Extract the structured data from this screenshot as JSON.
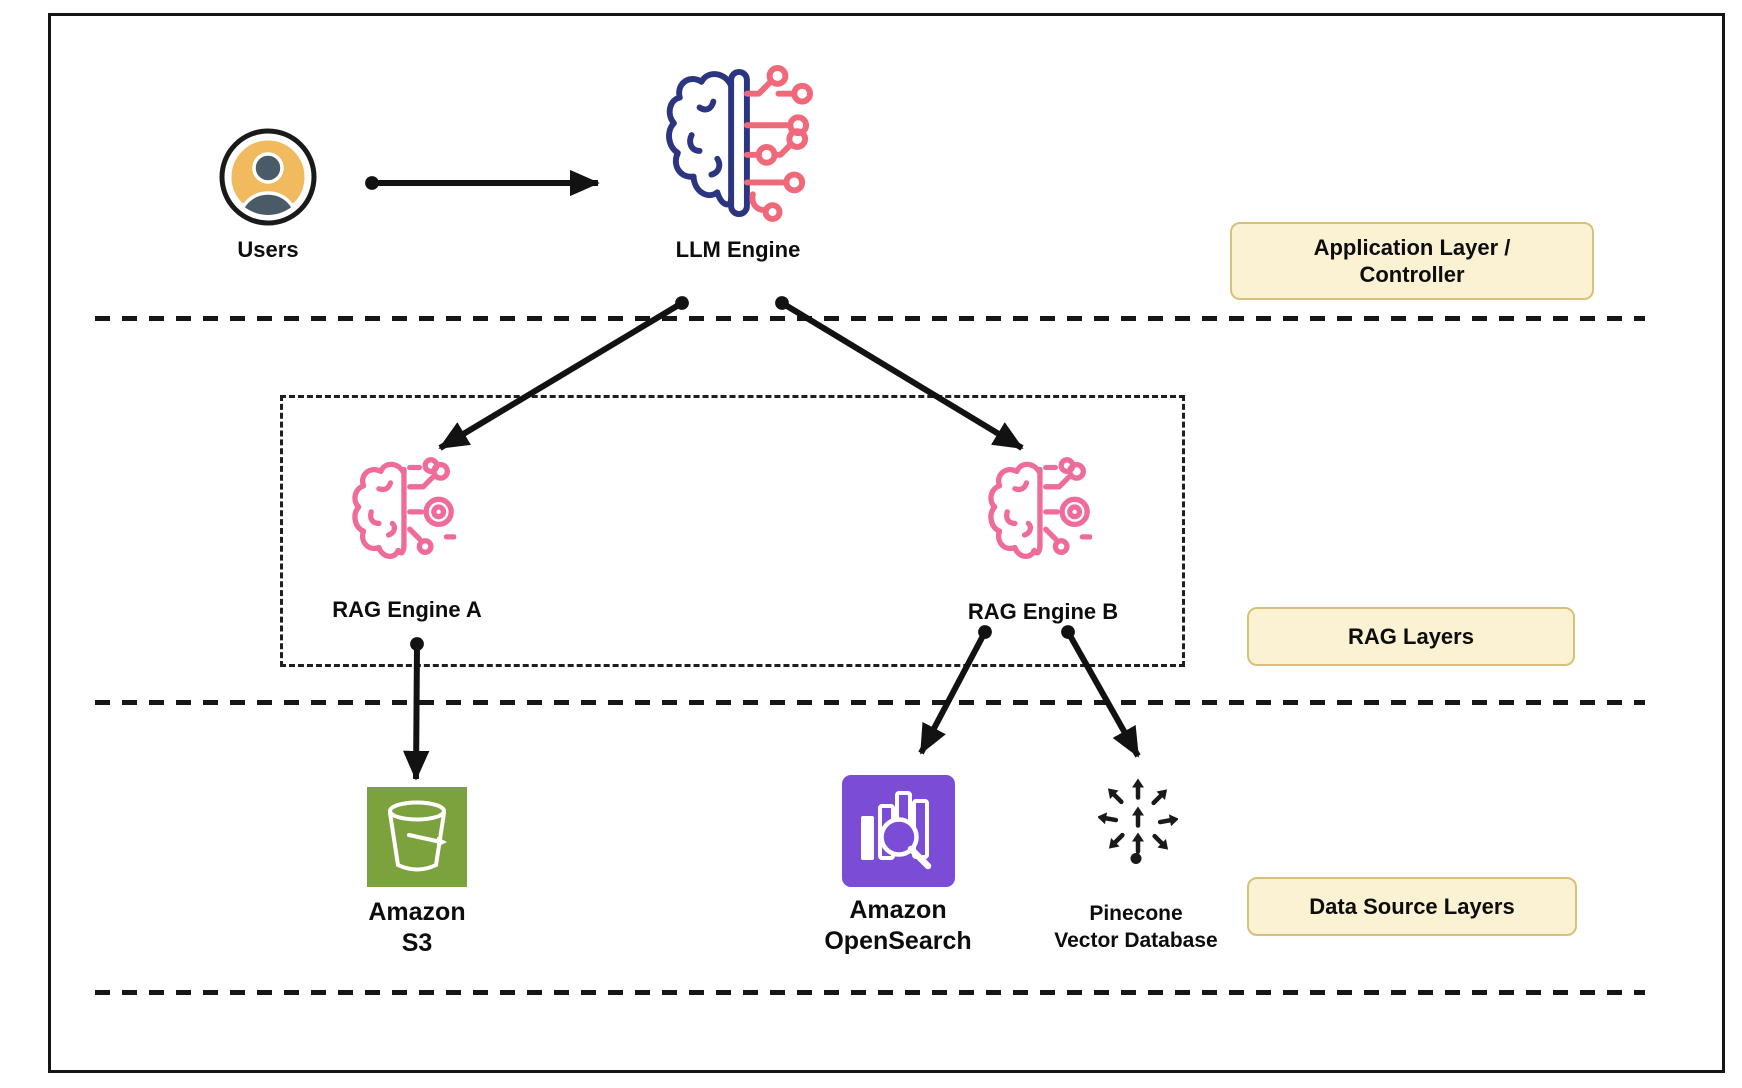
{
  "nodes": {
    "users": {
      "label": "Users"
    },
    "llm_engine": {
      "label": "LLM Engine"
    },
    "rag_engine_a": {
      "label": "RAG Engine A"
    },
    "rag_engine_b": {
      "label": "RAG Engine B"
    },
    "amazon_s3": {
      "label_line1": "Amazon",
      "label_line2": "S3"
    },
    "amazon_opensearch": {
      "label_line1": "Amazon",
      "label_line2": "OpenSearch"
    },
    "pinecone_vector_db": {
      "label_line1": "Pinecone",
      "label_line2": "Vector Database"
    }
  },
  "layer_labels": {
    "application": {
      "line1": "Application Layer /",
      "line2": "Controller"
    },
    "rag": {
      "label": "RAG Layers"
    },
    "data_source": {
      "label": "Data Source Layers"
    }
  },
  "edges": [
    {
      "from": "Users",
      "to": "LLM Engine"
    },
    {
      "from": "LLM Engine",
      "to": "RAG Engine A"
    },
    {
      "from": "LLM Engine",
      "to": "RAG Engine B"
    },
    {
      "from": "RAG Engine A",
      "to": "Amazon S3"
    },
    {
      "from": "RAG Engine B",
      "to": "Amazon OpenSearch"
    },
    {
      "from": "RAG Engine B",
      "to": "Pinecone Vector Database"
    }
  ],
  "palette": {
    "users_fill": "#F2BA5E",
    "users_person": "#4A5A66",
    "llm_navy": "#2B3580",
    "llm_pink": "#F0697A",
    "rag_pink": "#EF6B9A",
    "s3_green": "#7CA23D",
    "opensearch_purple": "#7B4CD6",
    "pinecone_black": "#1a1a1a",
    "layer_box_fill": "#FAF2D3",
    "layer_box_border": "#D8C07A",
    "connector": "#121212"
  }
}
